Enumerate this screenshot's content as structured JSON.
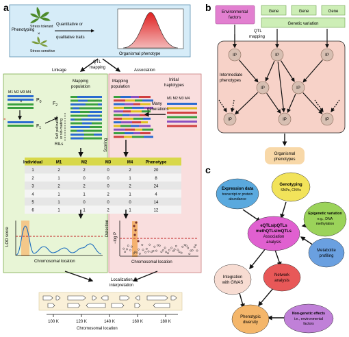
{
  "panel_a": {
    "letter": "a",
    "phenotyping_label": "Phenotyping",
    "stress_tolerant": "Stress tolerant",
    "stress_sensitive": "Stress sensitive",
    "traits_line1": "Quantitative or",
    "traits_line2": "qualitative traits",
    "organismal_phenotype": "Organismal phenotype",
    "qtl_mapping_1": "QTL",
    "qtl_mapping_2": "mapping",
    "linkage": "Linkage",
    "association": "Association",
    "mapping_population_1": "Mapping",
    "mapping_population_2": "population",
    "p0": "P",
    "p0_sub": "0",
    "f1": "F",
    "f1_sub": "1",
    "f2": "F",
    "f2_sub": "2",
    "self_pollination_1": "Self pollination",
    "self_pollination_2": "or sib-mating",
    "rils": "RILs",
    "initial_haplotypes_1": "Initial",
    "initial_haplotypes_2": "haplotypes",
    "many_generations_1": "Many",
    "many_generations_2": "generations",
    "marker_labels": [
      "M1",
      "M2",
      "M3",
      "M4"
    ],
    "scoring": "Scoring",
    "detection": "Detection",
    "lod_score": "LOD score",
    "neg_log_p": "−log P",
    "chromosomal_location": "Chromosomal location",
    "localization_1": "Localization &",
    "localization_2": "interpretation",
    "axis_ticks": [
      "100 K",
      "120 K",
      "140 K",
      "160 K",
      "180 K"
    ],
    "axis_title": "Chromosomal location",
    "table": {
      "headers": [
        "Individual",
        "M1",
        "M2",
        "M3",
        "M4",
        "Phenotype"
      ],
      "rows": [
        [
          "1",
          "2",
          "2",
          "0",
          "2",
          "20"
        ],
        [
          "2",
          "1",
          "0",
          "0",
          "1",
          "8"
        ],
        [
          "3",
          "2",
          "2",
          "0",
          "2",
          "24"
        ],
        [
          "4",
          "1",
          "1",
          "2",
          "1",
          "4"
        ],
        [
          "5",
          "1",
          "0",
          "0",
          "0",
          "14"
        ],
        [
          "6",
          "1",
          "1",
          "2",
          "1",
          "12"
        ]
      ]
    }
  },
  "panel_b": {
    "letter": "b",
    "environmental_1": "Environmental",
    "environmental_2": "factors",
    "gene": "Gene",
    "genetic_variation": "Genetic variation",
    "qtl_1": "QTL",
    "qtl_2": "mapping",
    "intermediate_1": "Intermediate",
    "intermediate_2": "phenotypes",
    "ip": "IP",
    "organismal_1": "Organismal",
    "organismal_2": "phenotypes"
  },
  "panel_c": {
    "letter": "c",
    "expression_title": "Expression data",
    "expression_1": "transcript or protein",
    "expression_2": "abundance",
    "genotyping_title": "Genotyping",
    "genotyping_sub": "SNPs, CNVs",
    "epigenetic_title": "Epigenetic variation",
    "epigenetic_1": "e.g., DNA",
    "epigenetic_2": "methylation",
    "center_1": "eQTLs/pQTLs",
    "center_2": "methQTLs/mQTLs",
    "center_3": "Association",
    "center_4": "analysis",
    "metabolite_1": "Metabolite",
    "metabolite_2": "profiling",
    "gwas_1": "Integration",
    "gwas_2": "with GWAS",
    "network_1": "Network",
    "network_2": "analysis",
    "diversity_1": "Phenotypic",
    "diversity_2": "diversity",
    "nongenetic_title": "Non-genetic effects",
    "nongenetic_1": "i.e., environmental",
    "nongenetic_2": "factors"
  },
  "colors": {
    "phenotype_bg": "#d6ecf8",
    "linkage_bg": "#e8f5d6",
    "association_bg": "#f9dede",
    "table_header": "#d8d84a",
    "genetic_variation": "#cdeeb6",
    "environmental": "#e27fd0",
    "panel_b_bg": "#f7d2c8",
    "ip_node": "#d7bfb2",
    "organismal": "#f8d8a8",
    "expression": "#5aa9de",
    "genotyping": "#f2e35a",
    "epigenetic": "#9bd35a",
    "center": "#e060d0",
    "metabolite": "#6aa0e0",
    "gwas": "#f7dcd2",
    "network": "#e85858",
    "diversity": "#f4b66a",
    "nongenetic": "#c080d8"
  }
}
